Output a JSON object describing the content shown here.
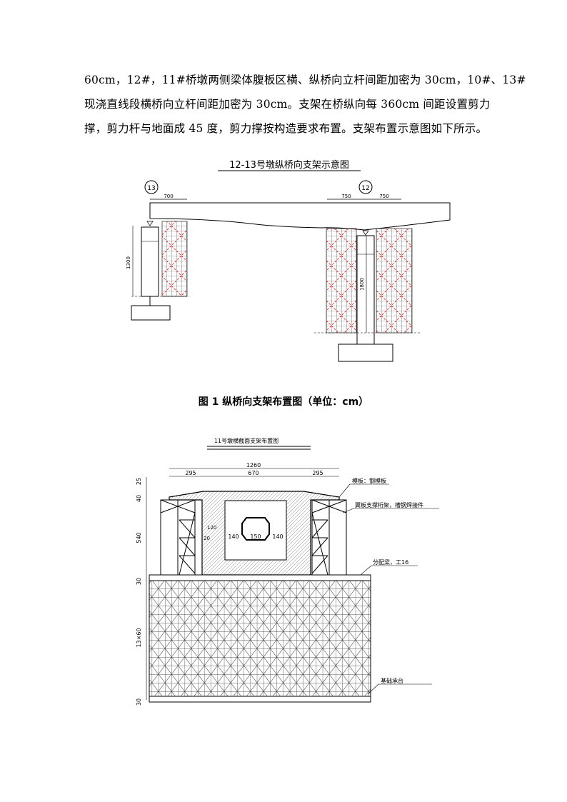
{
  "paragraph": {
    "lines": [
      "60cm，12#，11#桥墩两侧梁体腹板区横、纵桥向立杆间距加密为 30cm，10#、13#",
      "现浇直线段横桥向立杆间距加密为 30cm。支架在桥纵向每 360cm 间距设置剪力",
      "撑，剪力杆与地面成 45 度，剪力撑按构造要求布置。支架布置示意图如下所示。"
    ]
  },
  "figure1": {
    "title": "12-13号墩纵桥向支架示意图",
    "pier_left": "13",
    "pier_right": "12",
    "dim_left_span": "700",
    "dim_right_a": "750",
    "dim_right_b": "750",
    "dim_left_height": "1300",
    "dim_right_height": "1800",
    "caption": "图 1   纵桥向支架布置图（单位：cm）"
  },
  "figure2": {
    "title": "11号墩横截面支架布置图",
    "dim_total": "1260",
    "dim_left": "295",
    "dim_mid": "670",
    "dim_right": "295",
    "dim_v25": "25",
    "dim_v40": "40",
    "dim_v540": "540",
    "dim_v30_top": "30",
    "dim_v13x60": "13×60",
    "dim_v30_bot": "30",
    "dim_120": "120",
    "dim_20": "20",
    "dim_140a": "140",
    "dim_150": "150",
    "dim_140b": "140",
    "label_formwork": "模板：钢模板",
    "label_wing": "翼板支撑桁架，槽钢焊接件",
    "label_beam": "分配梁，工16",
    "label_base": "基础承台"
  }
}
